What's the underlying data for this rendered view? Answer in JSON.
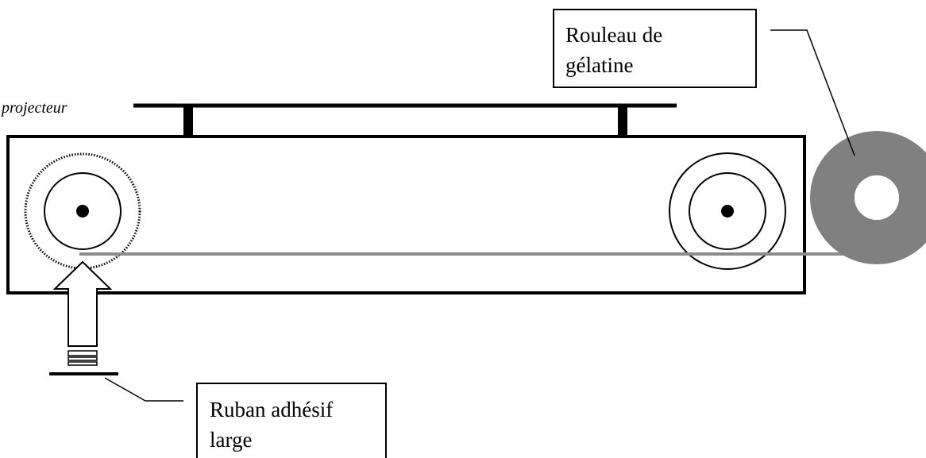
{
  "labels": {
    "projecteur": "projecteur",
    "rouleau_line1": "Rouleau de",
    "rouleau_line2": "gélatine",
    "ruban_line1": "Ruban adhésif",
    "ruban_line2": "large"
  },
  "colors": {
    "ink": "#000000",
    "gelatin_roll": "#808080",
    "film_strip": "#8c8c8c",
    "background": "#ffffff"
  }
}
